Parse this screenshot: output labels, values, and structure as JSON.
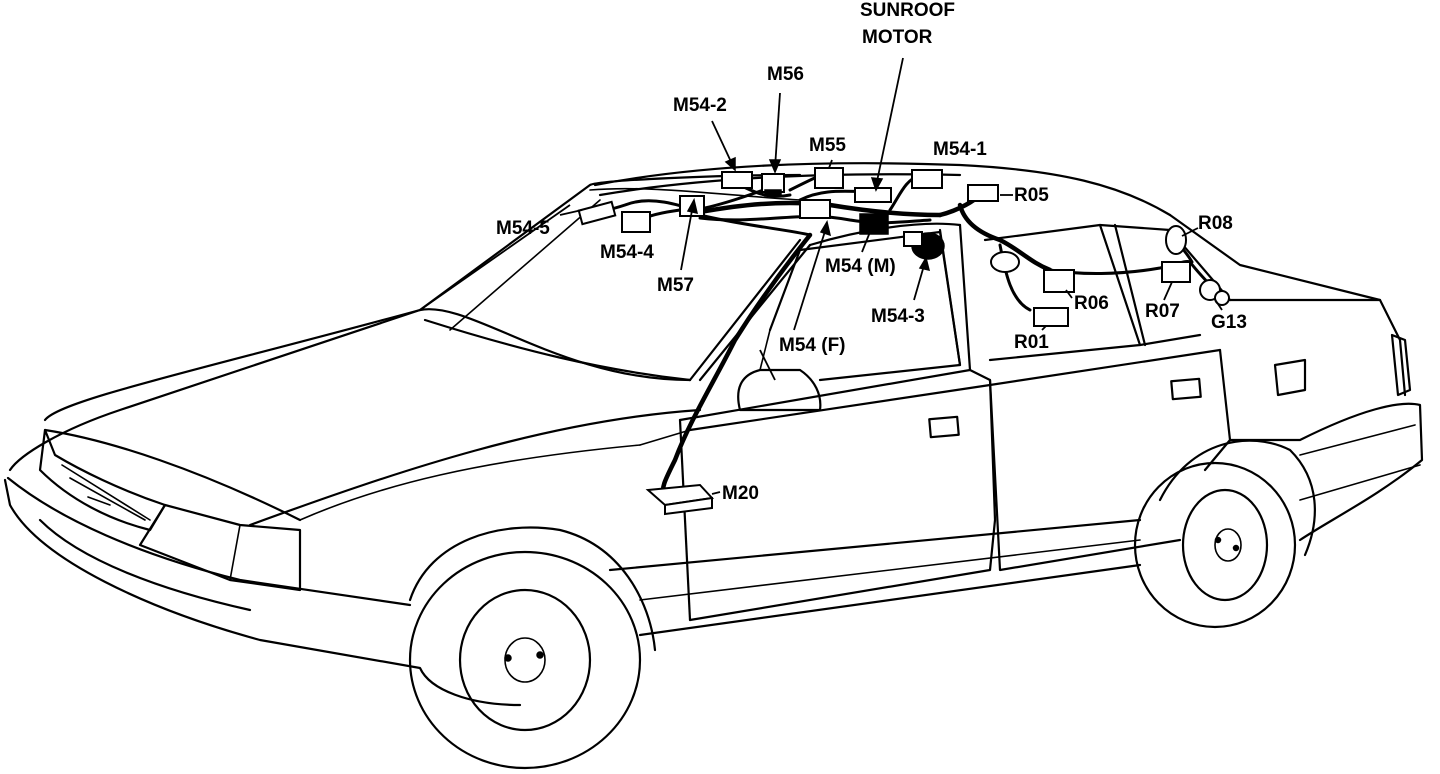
{
  "labels": {
    "sunroof_motor_line1": "SUNROOF",
    "sunroof_motor_line2": "MOTOR",
    "m56": "M56",
    "m54_2": "M54-2",
    "m55": "M55",
    "m54_1": "M54-1",
    "r05": "R05",
    "r08": "R08",
    "m54_5": "M54-5",
    "m54_4": "M54-4",
    "m57": "M57",
    "m54_m": "M54 (M)",
    "m54_3": "M54-3",
    "r06": "R06",
    "r07": "R07",
    "g13": "G13",
    "r01": "R01",
    "m54_f": "M54 (F)",
    "m20": "M20"
  }
}
